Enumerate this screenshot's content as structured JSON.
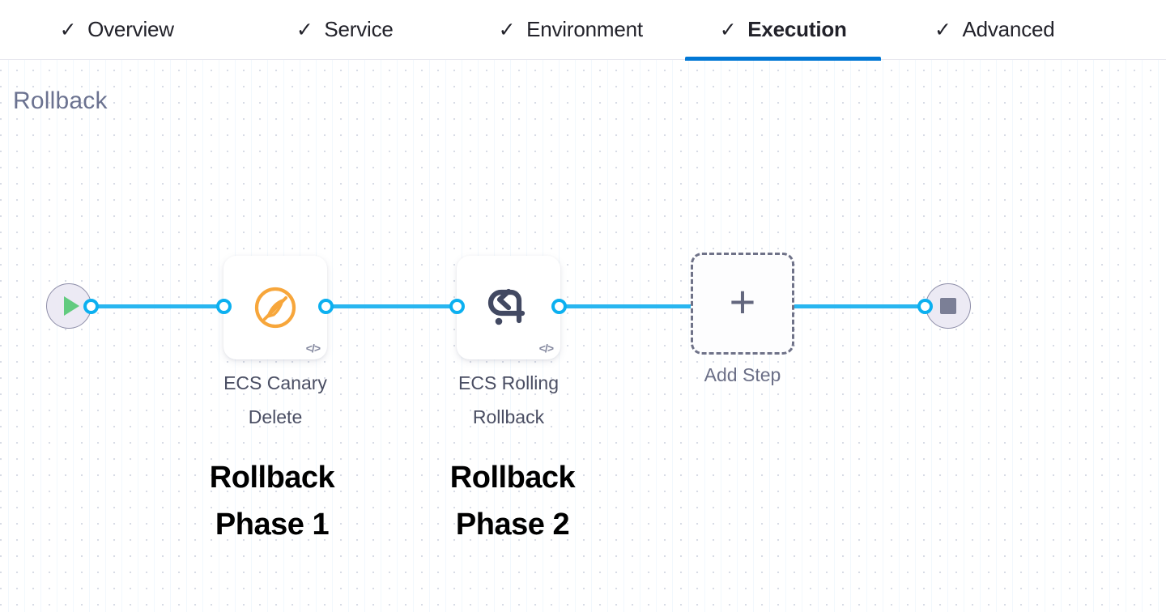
{
  "tabs": [
    {
      "label": "Overview",
      "icon": "check-icon",
      "checked": true,
      "active": false
    },
    {
      "label": "Service",
      "icon": "check-icon",
      "checked": true,
      "active": false
    },
    {
      "label": "Environment",
      "icon": "check-icon",
      "checked": true,
      "active": false
    },
    {
      "label": "Execution",
      "icon": "check-icon",
      "checked": true,
      "active": true
    },
    {
      "label": "Advanced",
      "icon": "check-icon",
      "checked": true,
      "active": false
    }
  ],
  "section": {
    "title": "Rollback"
  },
  "graph": {
    "start_node": {
      "icon": "play-icon",
      "label": ""
    },
    "end_node": {
      "icon": "stop-icon",
      "label": ""
    },
    "steps": [
      {
        "label_line1": "ECS Canary",
        "label_line2": "Delete",
        "icon": "ecs-canary-delete-icon",
        "badge": "</>",
        "annotation_line1": "Rollback",
        "annotation_line2": "Phase 1"
      },
      {
        "label_line1": "ECS Rolling",
        "label_line2": "Rollback",
        "icon": "rollback-arrow-icon",
        "badge": "</>",
        "annotation_line1": "Rollback",
        "annotation_line2": "Phase 2"
      }
    ],
    "add_step": {
      "label": "Add Step",
      "icon": "plus-icon"
    }
  },
  "colors": {
    "accent_blue": "#0278d5",
    "connector_blue": "#29b6f0",
    "port_ring": "#0cb0f0",
    "canary_orange": "#f7a63b",
    "rollback_icon": "#424962",
    "title_gray": "#6b7290",
    "label_gray": "#4a4e63",
    "start_green": "#62cb7f",
    "stop_gray": "#7b7f96",
    "terminal_fill": "#eceaf4",
    "annotation_black": "#000000"
  },
  "check_glyph": "✓"
}
